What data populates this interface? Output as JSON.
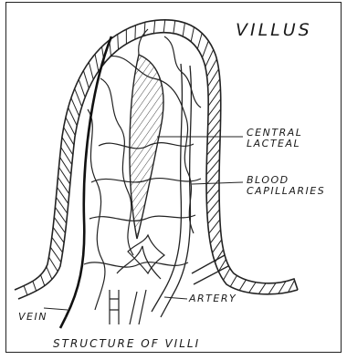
{
  "diagram": {
    "title": "VILLUS",
    "labels": {
      "central_lacteal": [
        "CENTRAL",
        "LACTEAL"
      ],
      "blood_capillaries": [
        "BLOOD",
        "CAPILLARIES"
      ],
      "artery": "ARTERY",
      "vein": "VEIN"
    },
    "caption": "STRUCTURE  OF  VILLI"
  }
}
